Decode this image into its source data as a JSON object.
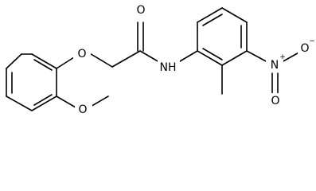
{
  "atoms": {
    "carbonyl_oxygen": "O",
    "ether_oxygen": "O",
    "methoxy_oxygen": "O",
    "amide_nitrogen": "NH",
    "nitro_nitrogen": "N",
    "nitro_nitrogen_charge": "+",
    "nitro_oxygen_minus": "O",
    "nitro_oxygen_minus_charge": "−",
    "nitro_oxygen_double": "O"
  }
}
